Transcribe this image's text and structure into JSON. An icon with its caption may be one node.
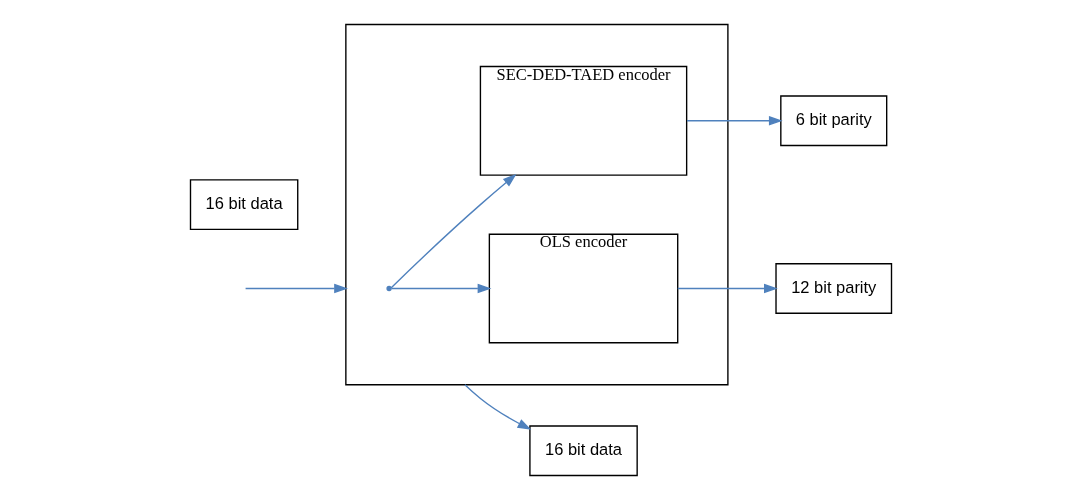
{
  "diagram": {
    "nodes": [
      {
        "text": [],
        "shape": "box"
      },
      {
        "text": [
          "16 bit data"
        ]
      },
      {
        "text": [],
        "shape": "point",
        "in": 0
      },
      {
        "text": [
          "SEC-DED-TAED encoder"
        ],
        "in": 0
      },
      {
        "text": [
          "OLS encoder"
        ],
        "in": 0
      },
      {
        "text": [
          "6 bit parity"
        ]
      },
      {
        "text": [
          "16 bit data"
        ]
      },
      {
        "text": [
          "12 bit parity"
        ]
      }
    ],
    "edges": [
      {
        "from": null,
        "to": 0,
        "arrow": "to"
      },
      {
        "from": 2,
        "to": 3,
        "arrow": "to"
      },
      {
        "from": 2,
        "to": 4,
        "arrow": "to"
      },
      {
        "from": 3,
        "to": 5,
        "arrow": "to"
      },
      {
        "from": 0,
        "to": 6,
        "arrow": "to"
      },
      {
        "from": 4,
        "to": 7,
        "arrow": "to"
      }
    ]
  }
}
